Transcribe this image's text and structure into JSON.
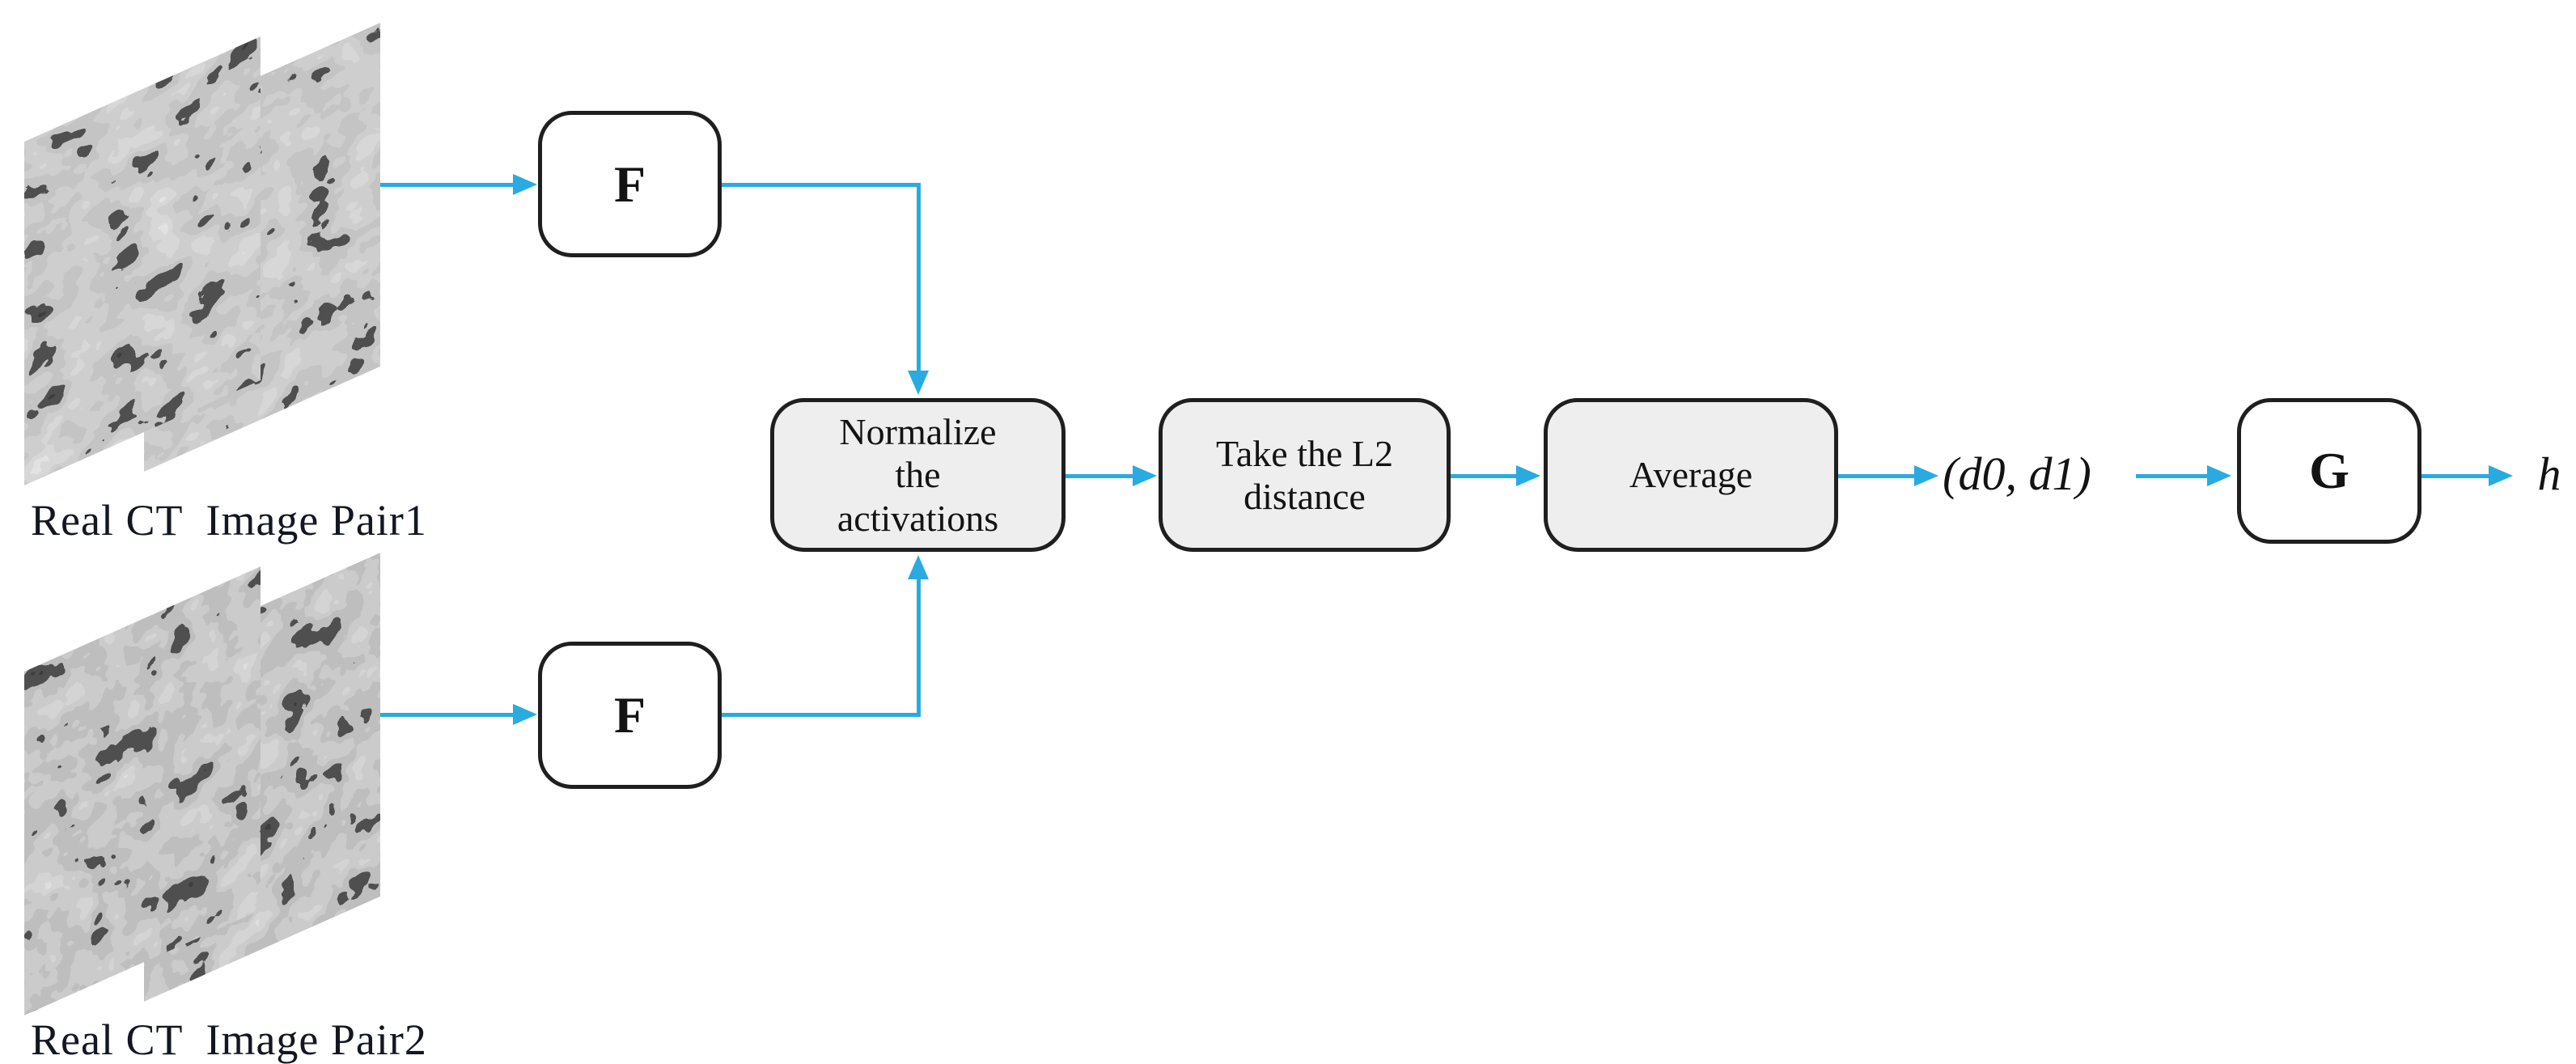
{
  "figure": {
    "colors": {
      "arrow": "#29abe2",
      "box_border": "#1f1f1f",
      "process_box_fill": "#eeeeee",
      "network_box_fill": "#ffffff",
      "text": "#131313",
      "caption_text": "#121721"
    },
    "inputs": {
      "pair1": {
        "caption": "Real CT  Image Pair1"
      },
      "pair2": {
        "caption": "Real CT  Image Pair2"
      }
    },
    "nodes": {
      "f1": {
        "label": "F"
      },
      "f2": {
        "label": "F"
      },
      "normalize": {
        "label": "Normalize\nthe\nactivations"
      },
      "take_l2": {
        "label": "Take the L2\ndistance"
      },
      "average": {
        "label": "Average"
      },
      "g": {
        "label": "G"
      }
    },
    "outputs": {
      "distance_pair": "(d0, d1)",
      "final": "h"
    }
  }
}
